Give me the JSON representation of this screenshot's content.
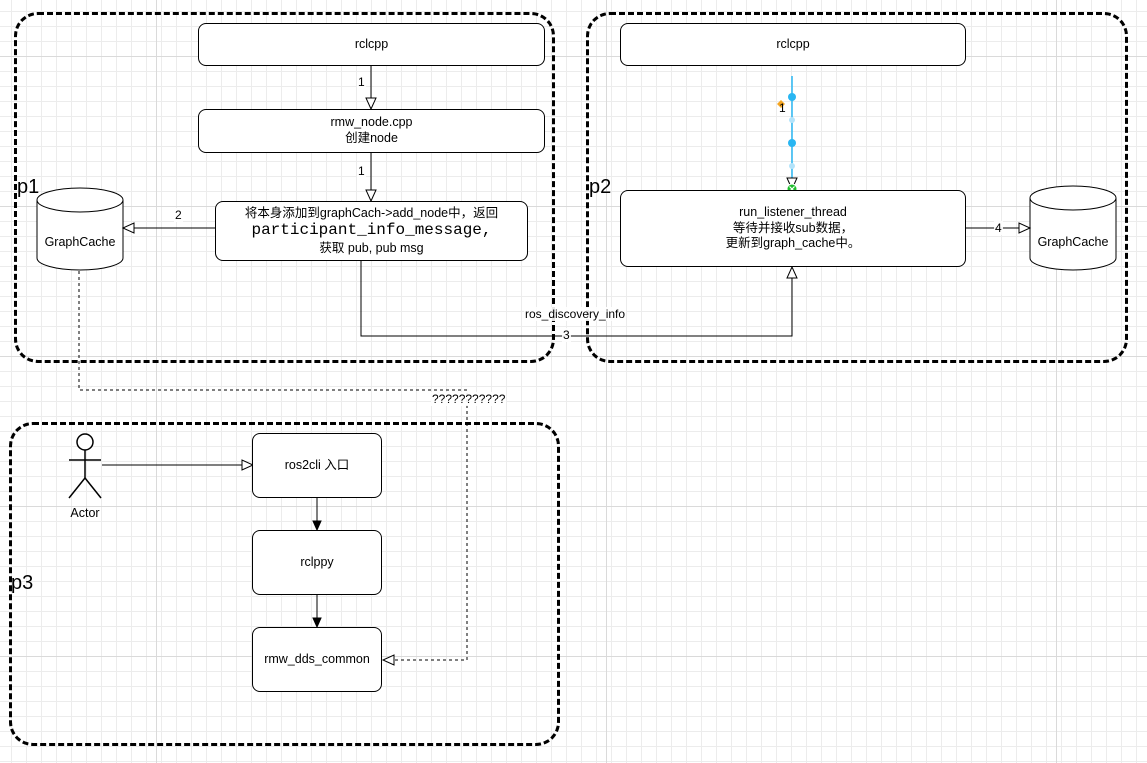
{
  "groups": {
    "p1": {
      "label": "p1"
    },
    "p2": {
      "label": "p2"
    },
    "p3": {
      "label": "p3"
    }
  },
  "p1": {
    "rclcpp": "rclcpp",
    "rmw_node": {
      "line1": "rmw_node.cpp",
      "line2": "创建node"
    },
    "add_node": {
      "line1": "将本身添加到graphCach->add_node中，返回",
      "line2": "participant_info_message,",
      "line3": "获取 pub, pub msg"
    },
    "graphcache": "GraphCache"
  },
  "p2": {
    "rclcpp": "rclcpp",
    "listener": {
      "line1": "run_listener_thread",
      "line2": "等待并接收sub数据，",
      "line3": "更新到graph_cache中。"
    },
    "graphcache": "GraphCache"
  },
  "p3": {
    "actor": "Actor",
    "ros2cli": "ros2cli 入口",
    "rclpy": "rclppy",
    "rmw_dds_common": "rmw_dds_common"
  },
  "edges": {
    "e1a": "1",
    "e1b": "1",
    "e2": "2",
    "e1c": "1",
    "e3": "3",
    "e3_name": "ros_discovery_info",
    "e4": "4",
    "unknown": "???????????"
  }
}
